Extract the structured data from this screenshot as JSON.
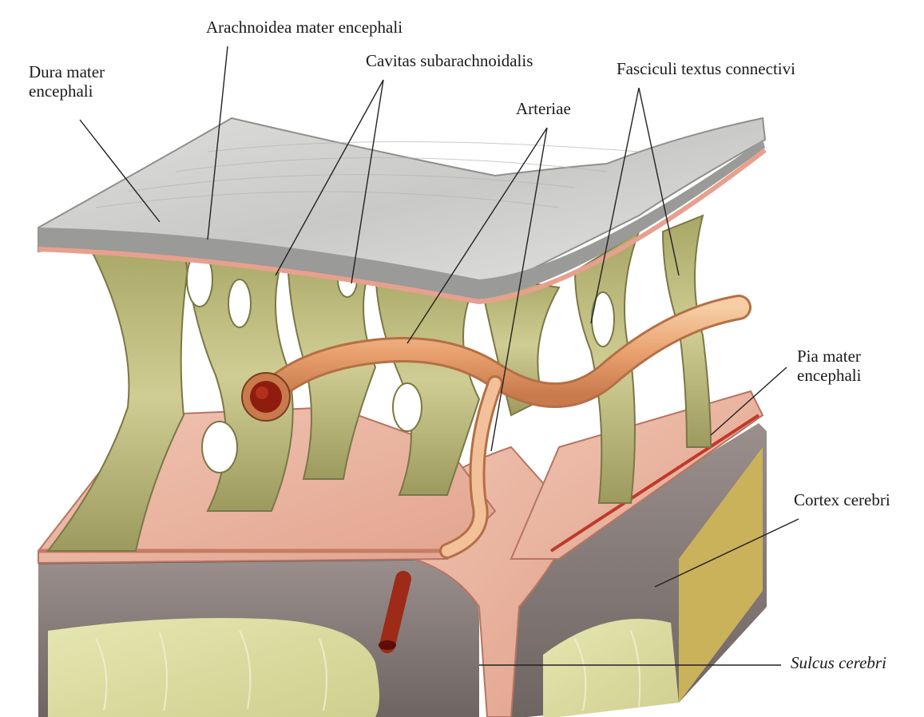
{
  "labels": {
    "dura_mater": {
      "line1": "Dura mater",
      "line2": "encephali"
    },
    "arachnoidea": "Arachnoidea mater encephali",
    "cavitas": "Cavitas subarachnoidalis",
    "fasciculi": "Fasciculi textus connectivi",
    "arteriae": "Arteriae",
    "pia_mater": {
      "line1": "Pia mater",
      "line2": "encephali"
    },
    "cortex": "Cortex cerebri",
    "sulcus": "Sulcus cerebri"
  },
  "colors": {
    "dura_top": "#cfcfcd",
    "dura_edge": "#8f8f8d",
    "pink_membrane": "#e9b3a0",
    "trabeculae": "#b9b77a",
    "artery": "#e9a876",
    "artery_lumen": "#8e1d10",
    "cortex_gray": "#8a7f7d",
    "white_matter": "#dcdca0",
    "leader_line": "#222222"
  }
}
